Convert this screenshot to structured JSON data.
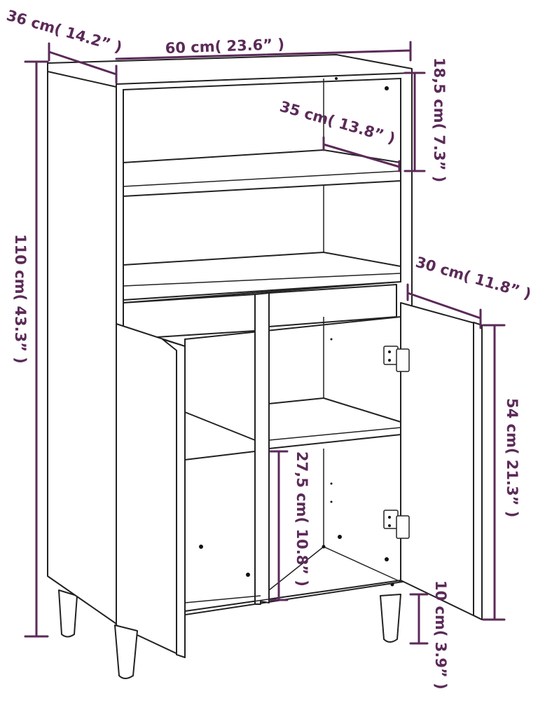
{
  "colors": {
    "dimension": "#5b2a58",
    "outline": "#222222",
    "background": "#ffffff"
  },
  "dimensions": {
    "depth": "36 cm( 14.2”  )",
    "width": "60 cm( 23.6”  )",
    "top_compartment_height": "18,5 cm( 7.3”  )",
    "shelf_depth": "35 cm( 13.8”  )",
    "door_width": "30 cm( 11.8”  )",
    "total_height": "110 cm( 43.3”  )",
    "door_height": "54 cm( 21.3”  )",
    "inner_compartment_height": "27,5 cm( 10.8”  )",
    "leg_height": "10 cm( 3.9”  )"
  }
}
